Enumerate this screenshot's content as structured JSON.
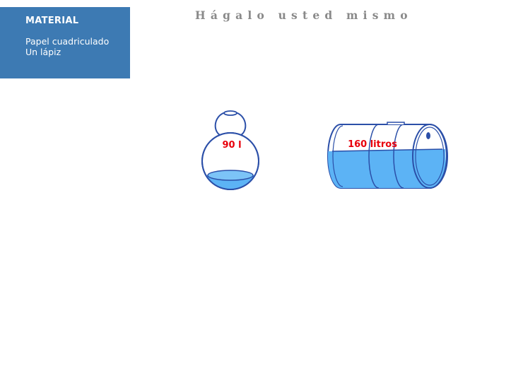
{
  "material_panel": {
    "title": "MATERIAL",
    "items": [
      "Papel cuadriculado",
      "Un lápiz"
    ]
  },
  "page_title": "Hágalo usted mismo",
  "vessels": [
    {
      "name": "jug",
      "label": "90 l"
    },
    {
      "name": "tank",
      "label": "160 litros"
    }
  ],
  "colors": {
    "panel_bg": "#3d7ab3",
    "water": "#5cb3f5",
    "outline": "#2b4fa8",
    "label": "#e8000b",
    "title": "#8a8a8a"
  }
}
